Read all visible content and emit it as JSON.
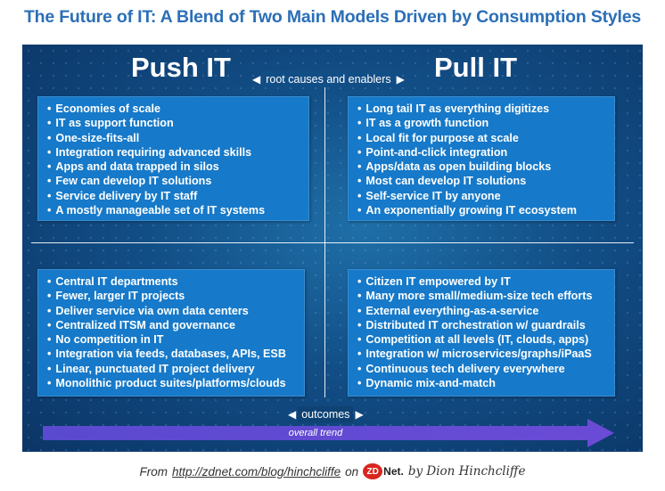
{
  "title": "The Future of IT: A Blend of Two Main Models Driven by Consumption Styles",
  "push_heading": "Push IT",
  "pull_heading": "Pull IT",
  "center_label": "root causes and enablers",
  "top_left": [
    "Economies of scale",
    "IT as support function",
    "One-size-fits-all",
    "Integration requiring advanced skills",
    "Apps and data trapped in silos",
    "Few can develop IT solutions",
    "Service delivery by IT staff",
    "A mostly manageable set of IT systems"
  ],
  "top_right": [
    "Long tail IT as everything digitizes",
    "IT as a growth function",
    "Local fit for purpose at scale",
    "Point-and-click integration",
    "Apps/data as open building blocks",
    "Most can develop IT solutions",
    "Self-service IT by anyone",
    "An exponentially growing IT ecosystem"
  ],
  "bottom_left": [
    "Central IT departments",
    "Fewer, larger IT projects",
    "Deliver service via own data centers",
    "Centralized ITSM and governance",
    "No competition in IT",
    "Integration via feeds, databases, APIs, ESB",
    "Linear, punctuated IT project delivery",
    "Monolithic product suites/platforms/clouds"
  ],
  "bottom_right": [
    "Citizen IT empowered by IT",
    "Many more small/medium-size tech efforts",
    "External everything-as-a-service",
    "Distributed IT orchestration w/ guardrails",
    "Competition at all levels (IT, clouds, apps)",
    "Integration w/ microservices/graphs/iPaaS",
    "Continuous tech delivery everywhere",
    "Dynamic mix-and-match"
  ],
  "outcomes_label": "outcomes",
  "trend_label": "overall trend",
  "credit": {
    "from": "From",
    "link": "http://zdnet.com/blog/hinchcliffe",
    "on": "on",
    "logo_mark": "ZD",
    "logo_net": "Net.",
    "by": "by Dion Hinchcliffe"
  },
  "colors": {
    "title": "#2b6fb7",
    "box": "#1679c9",
    "background": "#124e86",
    "trend": "#6a4bd6",
    "zdnet_red": "#d8261f"
  }
}
